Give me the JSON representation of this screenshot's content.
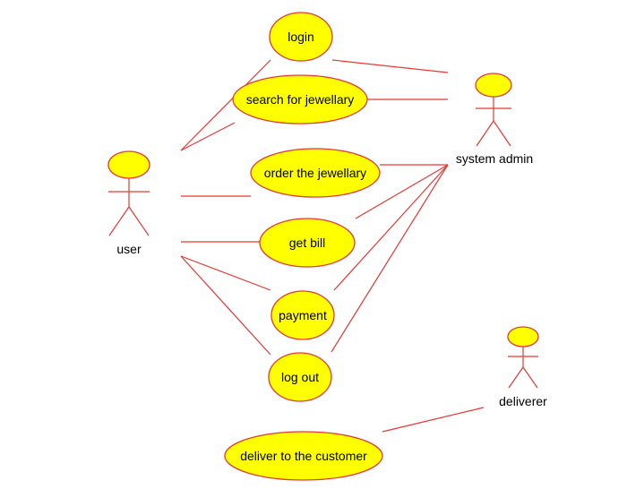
{
  "colors": {
    "use_case_fill": "#ffff00",
    "line": "#e53935",
    "text": "#000000",
    "background": "#ffffff"
  },
  "actors": {
    "user": {
      "label": "user"
    },
    "system_admin": {
      "label": "system admin"
    },
    "deliverer": {
      "label": "deliverer"
    }
  },
  "use_cases": {
    "login": {
      "label": "login"
    },
    "search": {
      "label": "search for jewellary"
    },
    "order": {
      "label": "order the jewellary"
    },
    "bill": {
      "label": "get bill"
    },
    "payment": {
      "label": "payment"
    },
    "logout": {
      "label": "log out"
    },
    "deliver": {
      "label": "deliver to the customer"
    }
  }
}
